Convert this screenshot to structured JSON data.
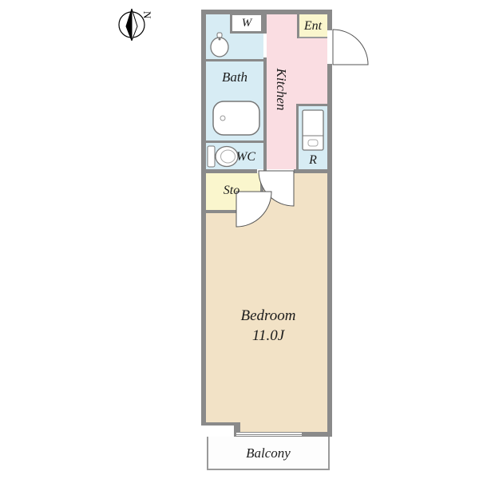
{
  "plan": {
    "compass": {
      "label": "N"
    },
    "rooms": {
      "washer": {
        "label": "W"
      },
      "bath": {
        "label": "Bath"
      },
      "wc": {
        "label": "WC"
      },
      "kitchen": {
        "label": "Kitchen"
      },
      "entrance": {
        "label": "Ent"
      },
      "refrigerator": {
        "label": "R"
      },
      "storage": {
        "label": "Sto"
      },
      "bedroom": {
        "label": "Bedroom",
        "size": "11.0J"
      },
      "balcony": {
        "label": "Balcony"
      }
    },
    "colors": {
      "wall": "#8a8a8a",
      "water": "#d7ecf4",
      "kitchen": "#fadde2",
      "service": "#faf6cd",
      "bedroom": "#f2e2c6",
      "balcony": "#fdfdfd"
    }
  }
}
